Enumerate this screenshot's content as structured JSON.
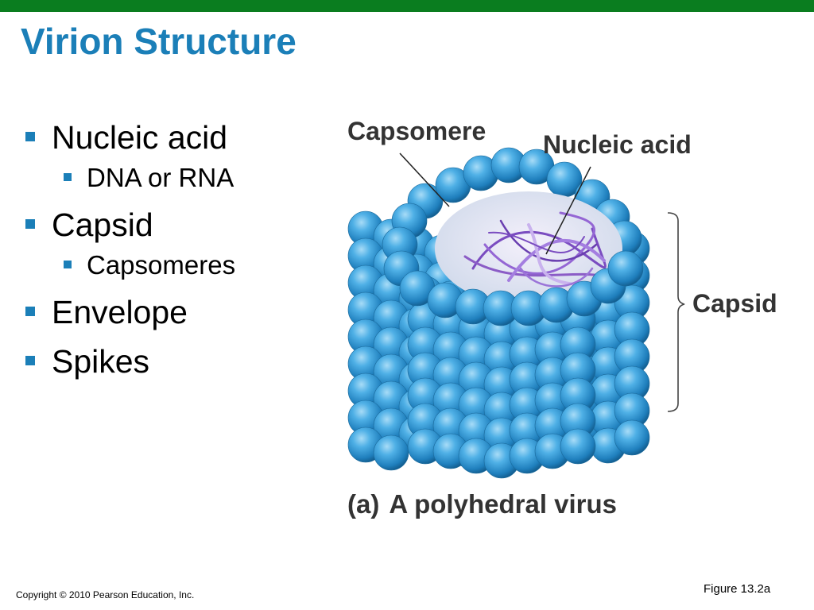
{
  "slide": {
    "title": "Virion Structure",
    "bullets": [
      {
        "text": "Nucleic acid",
        "sub": [
          "DNA or RNA"
        ]
      },
      {
        "text": "Capsid",
        "sub": [
          "Capsomeres"
        ]
      },
      {
        "text": "Envelope",
        "sub": []
      },
      {
        "text": "Spikes",
        "sub": []
      }
    ],
    "copyright": "Copyright © 2010 Pearson Education, Inc.",
    "figure_ref": "Figure 13.2a"
  },
  "figure": {
    "labels": {
      "capsomere": "Capsomere",
      "nucleic_acid": "Nucleic acid",
      "capsid": "Capsid"
    },
    "caption_letter": "(a)",
    "caption_text": "A polyhedral virus"
  },
  "colors": {
    "title": "#1b7fb8",
    "top_bar": "#0a7d1f",
    "bullet": "#1b7fb8",
    "capsomere_sphere": "#3fa3dc",
    "nucleic_acid_strands": "#8b5cc6"
  }
}
